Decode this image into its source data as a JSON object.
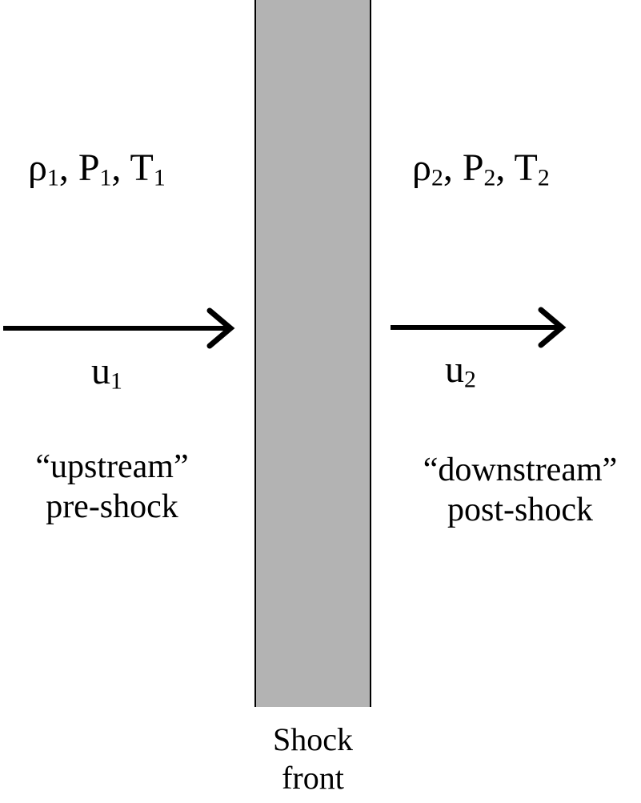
{
  "shock": {
    "label_line1": "Shock",
    "label_line2": "front",
    "fill_color": "#b3b3b3"
  },
  "upstream": {
    "rho": "ρ",
    "p": "P",
    "t": "T",
    "state_sub": "1",
    "velocity": "u",
    "velocity_sub": "1",
    "quote_label": "“upstream”",
    "label": "pre-shock"
  },
  "downstream": {
    "rho": "ρ",
    "p": "P",
    "t": "T",
    "state_sub": "2",
    "velocity": "u",
    "velocity_sub": "2",
    "quote_label": "“downstream”",
    "label": "post-shock"
  },
  "separator": ", "
}
